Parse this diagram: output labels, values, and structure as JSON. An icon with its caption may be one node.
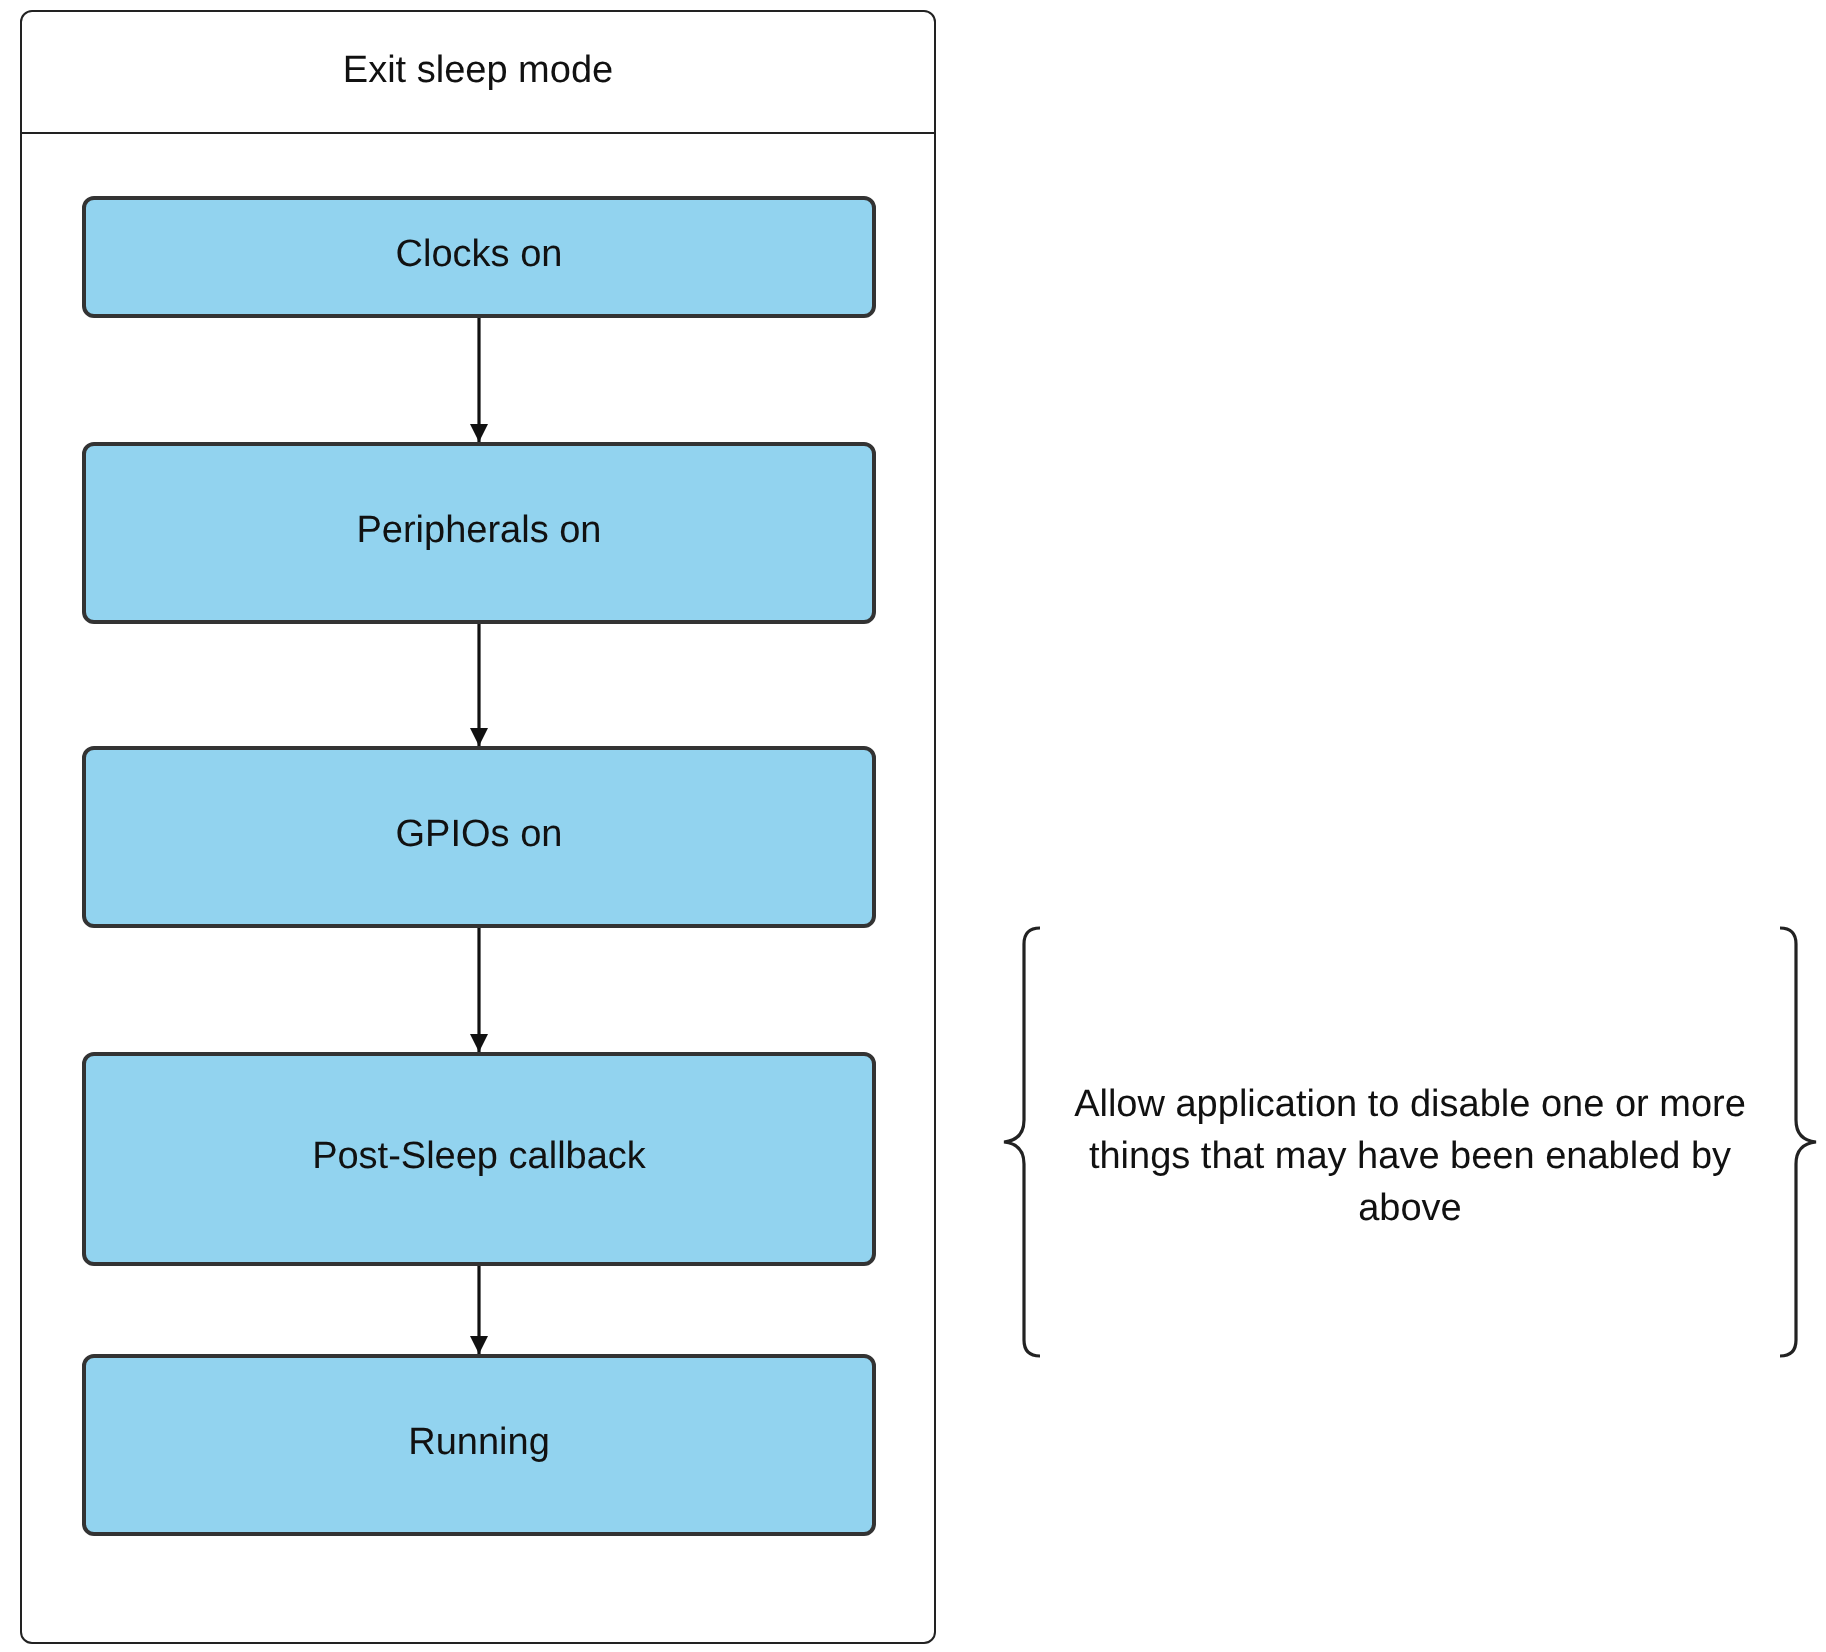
{
  "diagram": {
    "nodes": [
      {
        "text": [
          "Exit sleep mode"
        ]
      },
      {
        "text": [
          "Clocks on"
        ],
        "in": 0
      },
      {
        "text": [
          "Peripherals on"
        ],
        "in": 0
      },
      {
        "text": [
          "GPIOs on"
        ],
        "in": 0
      },
      {
        "text": [
          "Post-Sleep callback"
        ],
        "in": 0
      },
      {
        "text": [
          "Running"
        ],
        "in": 0
      }
    ],
    "edges": [
      {
        "from": 1,
        "to": 2,
        "arrow": "to"
      },
      {
        "from": 2,
        "to": 3,
        "arrow": "to"
      },
      {
        "from": 3,
        "to": 4,
        "arrow": "to"
      },
      {
        "from": 4,
        "to": 5,
        "arrow": "to"
      }
    ],
    "labels": [
      "Allow application to disable one or more things that may have been enabled by above"
    ]
  }
}
